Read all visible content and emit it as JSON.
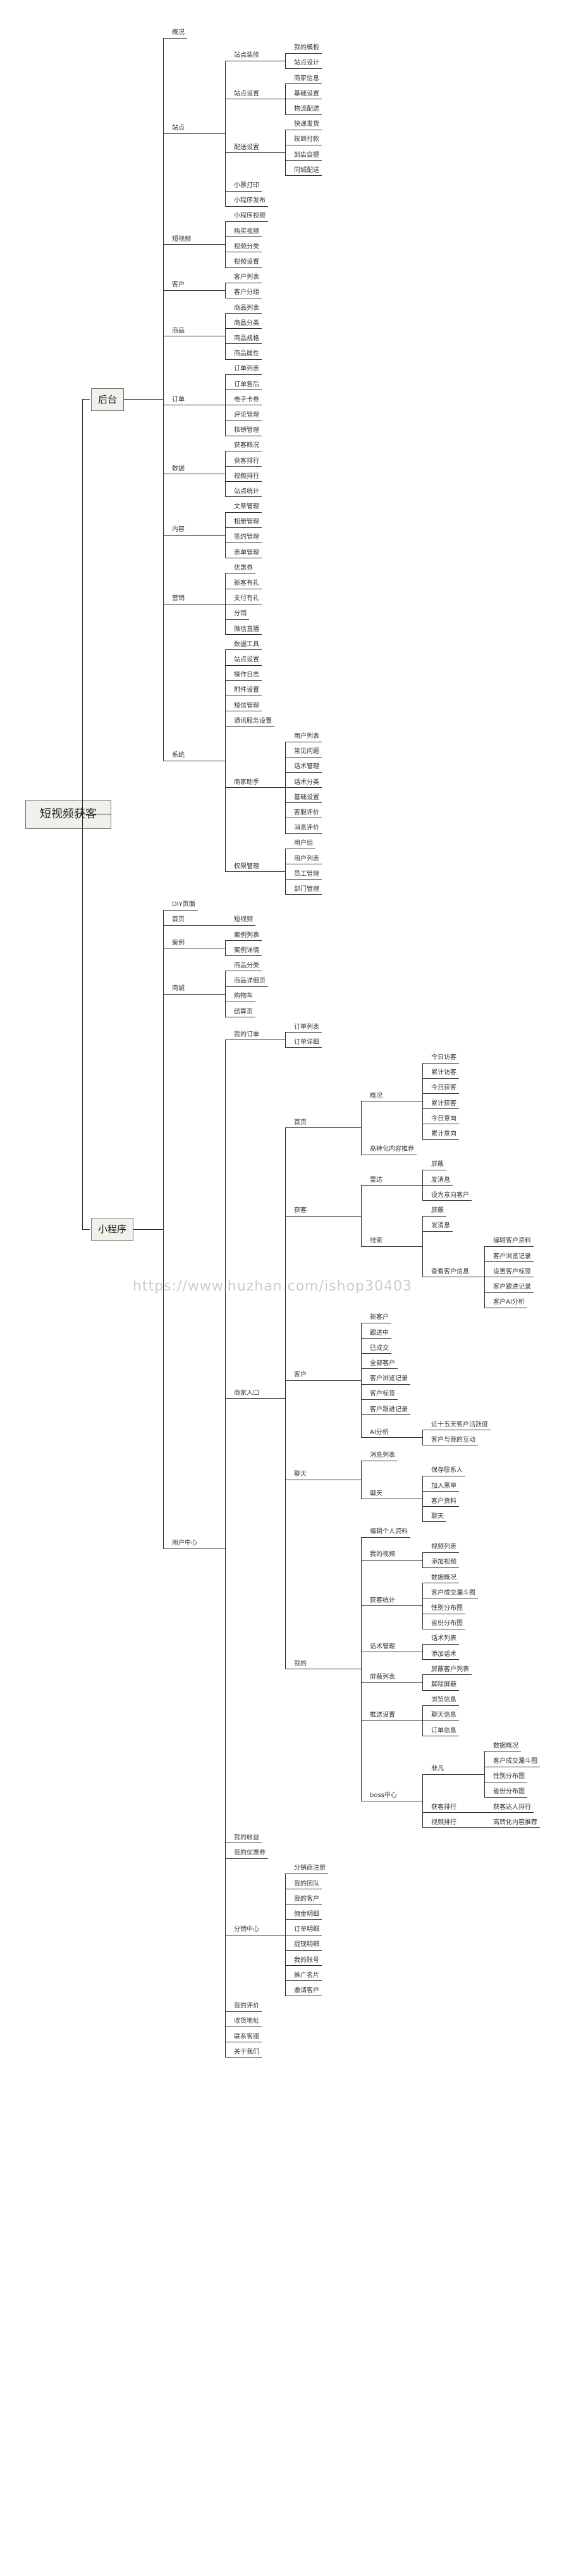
{
  "watermark": "https://www.huzhan.com/ishop30403",
  "tree": {
    "label": "短视频获客",
    "children": [
      {
        "label": "后台",
        "children": [
          {
            "label": "概况"
          },
          {
            "label": "站点",
            "children": [
              {
                "label": "站点装修",
                "children": [
                  {
                    "label": "我的模板"
                  },
                  {
                    "label": "站点设计"
                  }
                ]
              },
              {
                "label": "站点设置",
                "children": [
                  {
                    "label": "商家信息"
                  },
                  {
                    "label": "基础设置"
                  },
                  {
                    "label": "物流配送"
                  }
                ]
              },
              {
                "label": "配送设置",
                "children": [
                  {
                    "label": "快递发货"
                  },
                  {
                    "label": "按到付款"
                  },
                  {
                    "label": "到店自提"
                  },
                  {
                    "label": "同城配送"
                  }
                ]
              },
              {
                "label": "小票打印"
              },
              {
                "label": "小程序发布"
              }
            ]
          },
          {
            "label": "短视频",
            "children": [
              {
                "label": "小程序视频"
              },
              {
                "label": "购买视频"
              },
              {
                "label": "视频分类"
              },
              {
                "label": "视频设置"
              }
            ]
          },
          {
            "label": "客户",
            "children": [
              {
                "label": "客户列表"
              },
              {
                "label": "客户分组"
              }
            ]
          },
          {
            "label": "商品",
            "children": [
              {
                "label": "商品列表"
              },
              {
                "label": "商品分类"
              },
              {
                "label": "商品规格"
              },
              {
                "label": "商品属性"
              }
            ]
          },
          {
            "label": "订单",
            "children": [
              {
                "label": "订单列表"
              },
              {
                "label": "订单售后"
              },
              {
                "label": "电子卡券"
              },
              {
                "label": "评论管理"
              },
              {
                "label": "核销管理"
              }
            ]
          },
          {
            "label": "数据",
            "children": [
              {
                "label": "获客概况"
              },
              {
                "label": "获客排行"
              },
              {
                "label": "视频排行"
              },
              {
                "label": "站点统计"
              }
            ]
          },
          {
            "label": "内容",
            "children": [
              {
                "label": "文章管理"
              },
              {
                "label": "相册管理"
              },
              {
                "label": "签约管理"
              },
              {
                "label": "表单管理"
              }
            ]
          },
          {
            "label": "营销",
            "children": [
              {
                "label": "优惠券"
              },
              {
                "label": "新客有礼"
              },
              {
                "label": "支付有礼"
              },
              {
                "label": "分销"
              },
              {
                "label": "微信直播"
              }
            ]
          },
          {
            "label": "系统",
            "children": [
              {
                "label": "数据工具"
              },
              {
                "label": "站点设置"
              },
              {
                "label": "操作日志"
              },
              {
                "label": "附件设置"
              },
              {
                "label": "短信管理"
              },
              {
                "label": "通讯服务设置"
              },
              {
                "label": "商家助手",
                "children": [
                  {
                    "label": "用户列表"
                  },
                  {
                    "label": "常见问题"
                  },
                  {
                    "label": "话术管理"
                  },
                  {
                    "label": "话术分类"
                  },
                  {
                    "label": "基础设置"
                  },
                  {
                    "label": "客服评价"
                  },
                  {
                    "label": "消息评价"
                  }
                ]
              },
              {
                "label": "权限管理",
                "children": [
                  {
                    "label": "用户组"
                  },
                  {
                    "label": "用户列表"
                  },
                  {
                    "label": "员工管理"
                  },
                  {
                    "label": "部门管理"
                  }
                ]
              }
            ]
          }
        ]
      },
      {
        "label": "小程序",
        "children": [
          {
            "label": "DIY页面"
          },
          {
            "label": "首页",
            "children": [
              {
                "label": "短视频"
              }
            ]
          },
          {
            "label": "案例",
            "children": [
              {
                "label": "案例列表"
              },
              {
                "label": "案例详情"
              }
            ]
          },
          {
            "label": "商城",
            "children": [
              {
                "label": "商品分类"
              },
              {
                "label": "商品详细页"
              },
              {
                "label": "购物车"
              },
              {
                "label": "结算页"
              }
            ]
          },
          {
            "label": "用户中心",
            "children": [
              {
                "label": "我的订单",
                "children": [
                  {
                    "label": "订单列表"
                  },
                  {
                    "label": "订单详细"
                  }
                ]
              },
              {
                "label": "商家入口",
                "children": [
                  {
                    "label": "首页",
                    "children": [
                      {
                        "label": "概况",
                        "children": [
                          {
                            "label": "今日访客"
                          },
                          {
                            "label": "累计访客"
                          },
                          {
                            "label": "今日获客"
                          },
                          {
                            "label": "累计获客"
                          },
                          {
                            "label": "今日意向"
                          },
                          {
                            "label": "累计意向"
                          }
                        ]
                      },
                      {
                        "label": "高转化内容推荐"
                      }
                    ]
                  },
                  {
                    "label": "获客",
                    "children": [
                      {
                        "label": "雷达",
                        "children": [
                          {
                            "label": "屏蔽"
                          },
                          {
                            "label": "发消息"
                          },
                          {
                            "label": "设为意向客户"
                          }
                        ]
                      },
                      {
                        "label": "线索",
                        "children": [
                          {
                            "label": "屏蔽"
                          },
                          {
                            "label": "发消息"
                          },
                          {
                            "label": "查看客户信息",
                            "children": [
                              {
                                "label": "编辑客户资料"
                              },
                              {
                                "label": "客户浏览记录"
                              },
                              {
                                "label": "设置客户标签"
                              },
                              {
                                "label": "客户跟进记录"
                              },
                              {
                                "label": "客户AI分析"
                              }
                            ]
                          }
                        ]
                      }
                    ]
                  },
                  {
                    "label": "客户",
                    "children": [
                      {
                        "label": "新客户"
                      },
                      {
                        "label": "跟进中"
                      },
                      {
                        "label": "已成交"
                      },
                      {
                        "label": "全部客户"
                      },
                      {
                        "label": "客户浏览记录"
                      },
                      {
                        "label": "客户标签"
                      },
                      {
                        "label": "客户跟进记录"
                      },
                      {
                        "label": "AI分析",
                        "children": [
                          {
                            "label": "近十五天客户活跃度"
                          },
                          {
                            "label": "客户与我的互动"
                          }
                        ]
                      }
                    ]
                  },
                  {
                    "label": "聊天",
                    "children": [
                      {
                        "label": "消息列表"
                      },
                      {
                        "label": "聊天",
                        "children": [
                          {
                            "label": "保存联系人"
                          },
                          {
                            "label": "加入黑单"
                          },
                          {
                            "label": "客户资料"
                          },
                          {
                            "label": "聊天"
                          }
                        ]
                      }
                    ]
                  },
                  {
                    "label": "我的",
                    "children": [
                      {
                        "label": "编辑个人资料"
                      },
                      {
                        "label": "我的视频",
                        "children": [
                          {
                            "label": "视频列表"
                          },
                          {
                            "label": "添加视频"
                          }
                        ]
                      },
                      {
                        "label": "获客统计",
                        "children": [
                          {
                            "label": "数据概况"
                          },
                          {
                            "label": "客户成交漏斗图"
                          },
                          {
                            "label": "性别分布图"
                          },
                          {
                            "label": "省份分布图"
                          }
                        ]
                      },
                      {
                        "label": "话术管理",
                        "children": [
                          {
                            "label": "话术列表"
                          },
                          {
                            "label": "添加话术"
                          }
                        ]
                      },
                      {
                        "label": "屏蔽列表",
                        "children": [
                          {
                            "label": "屏蔽客户列表"
                          },
                          {
                            "label": "解除屏蔽"
                          }
                        ]
                      },
                      {
                        "label": "推送设置",
                        "children": [
                          {
                            "label": "浏览信息"
                          },
                          {
                            "label": "聊天信息"
                          },
                          {
                            "label": "订单信息"
                          }
                        ]
                      },
                      {
                        "label": "boss中心",
                        "children": [
                          {
                            "label": "非凡",
                            "children": [
                              {
                                "label": "数据概况"
                              },
                              {
                                "label": "客户成交漏斗图"
                              },
                              {
                                "label": "性别分布图"
                              },
                              {
                                "label": "省份分布图"
                              }
                            ]
                          },
                          {
                            "label": "获客排行",
                            "children": [
                              {
                                "label": "获客达人排行"
                              }
                            ]
                          },
                          {
                            "label": "视频排行",
                            "children": [
                              {
                                "label": "高转化内容推荐"
                              }
                            ]
                          }
                        ]
                      }
                    ]
                  }
                ]
              },
              {
                "label": "我的收益"
              },
              {
                "label": "我的优惠券"
              },
              {
                "label": "分销中心",
                "children": [
                  {
                    "label": "分销商注册"
                  },
                  {
                    "label": "我的团队"
                  },
                  {
                    "label": "我的客户"
                  },
                  {
                    "label": "佣金明细"
                  },
                  {
                    "label": "订单明细"
                  },
                  {
                    "label": "提现明细"
                  },
                  {
                    "label": "我的账号"
                  },
                  {
                    "label": "推广名片"
                  },
                  {
                    "label": "邀请客户"
                  }
                ]
              },
              {
                "label": "我的评价"
              },
              {
                "label": "收货地址"
              },
              {
                "label": "联系客服"
              },
              {
                "label": "关于我们"
              }
            ]
          }
        ]
      }
    ]
  }
}
